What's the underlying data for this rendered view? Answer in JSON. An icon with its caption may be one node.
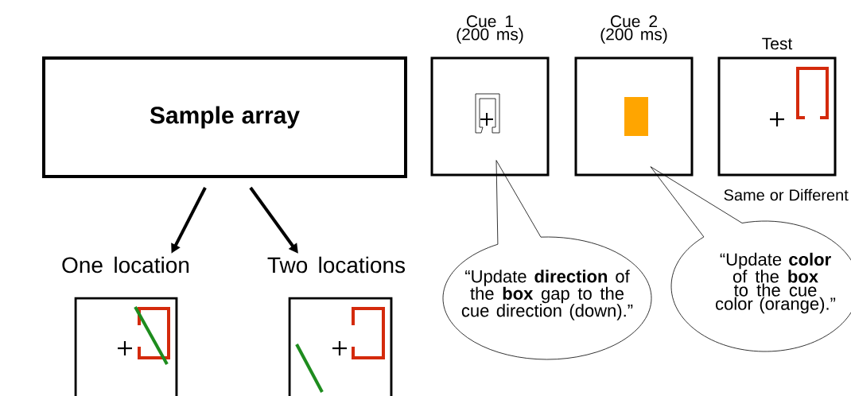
{
  "diagram": {
    "nodes": [
      {
        "text": [
          "Sample array"
        ]
      },
      {
        "text": [
          "Cue 1 (200 ms)"
        ]
      },
      {
        "text": [
          "Cue 2 (200 ms)"
        ]
      },
      {
        "text": [
          "Test"
        ],
        "beside": [
          "Same or Different"
        ]
      },
      {
        "text": [
          "One location"
        ]
      },
      {
        "text": [
          "Two locations"
        ]
      },
      {
        "text": [
          "“Update **direction** of the **box** gap to the cue direction (down).”"
        ]
      },
      {
        "text": [
          "“Update **color** of the **box** to the cue color (orange).”"
        ]
      }
    ],
    "edges": [
      {
        "from": 0,
        "to": 4,
        "arrow": "to",
        "style": "thick"
      },
      {
        "from": 0,
        "to": 5,
        "arrow": "to",
        "style": "thick"
      },
      {
        "from": 6,
        "to": 1,
        "arrow": "none"
      },
      {
        "from": 7,
        "to": 2,
        "arrow": "none"
      }
    ]
  }
}
